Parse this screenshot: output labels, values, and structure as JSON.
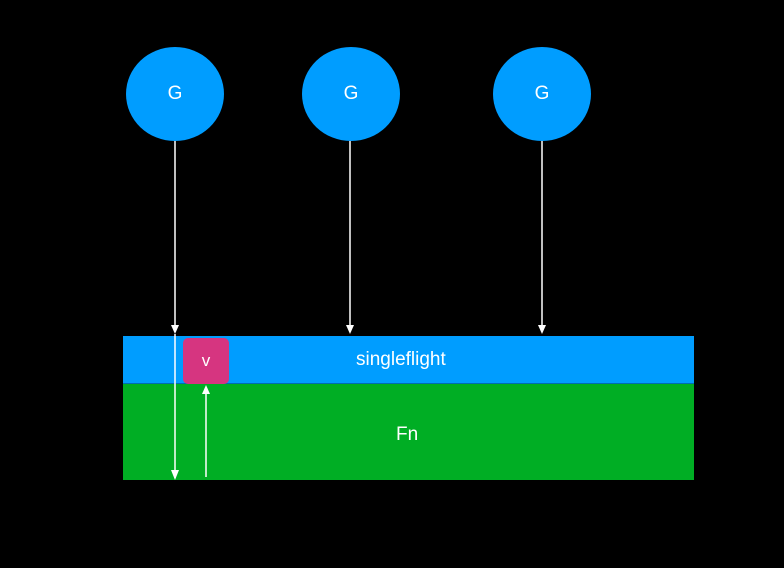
{
  "goroutines": [
    {
      "label": "G"
    },
    {
      "label": "G"
    },
    {
      "label": "G"
    }
  ],
  "singleflight": {
    "label": "singleflight"
  },
  "fn": {
    "label": "Fn"
  },
  "value": {
    "label": "v"
  },
  "colors": {
    "background": "#000000",
    "goroutine": "#009dff",
    "singleflight_band": "#009dff",
    "fn_band": "#00ae24",
    "value_box": "#d63580",
    "arrow": "#ffffff"
  }
}
